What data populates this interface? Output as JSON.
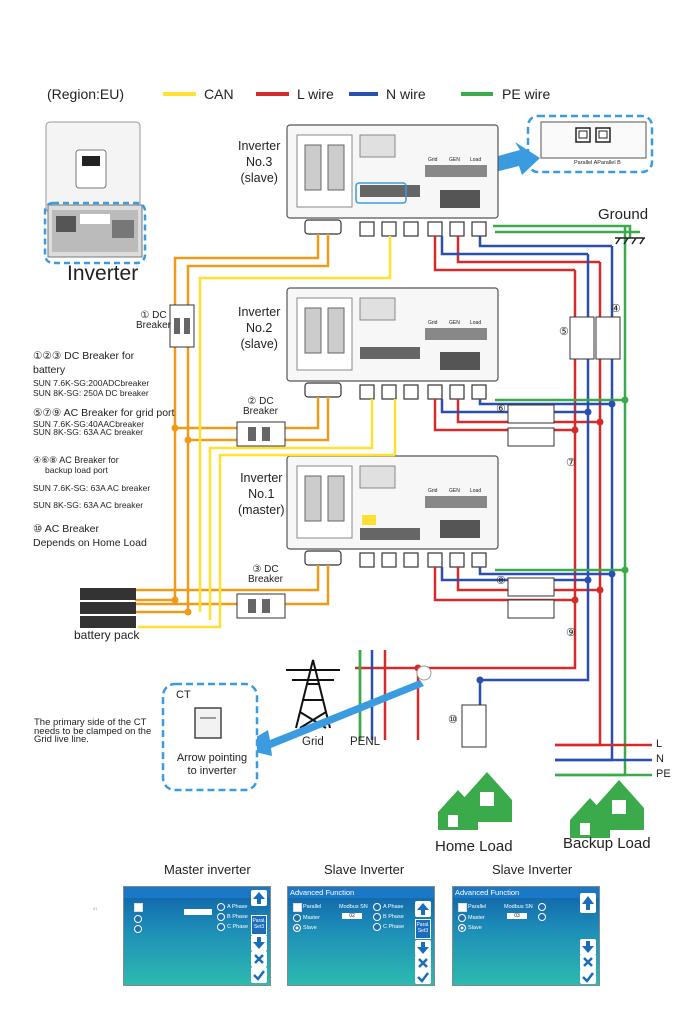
{
  "header": {
    "region": "(Region:EU)",
    "legend": [
      {
        "label": "CAN",
        "color": "#ffe033"
      },
      {
        "label": "L wire",
        "color": "#d42a2a"
      },
      {
        "label": "N wire",
        "color": "#2a4fb0"
      },
      {
        "label": "PE wire",
        "color": "#3aaa4a"
      }
    ]
  },
  "inverter_photo": {
    "label": "Inverter"
  },
  "inverters": [
    {
      "name": "Inverter",
      "line2": "No.3",
      "role": "(slave)"
    },
    {
      "name": "Inverter",
      "line2": "No.2",
      "role": "(slave)"
    },
    {
      "name": "Inverter",
      "line2": "No.1",
      "role": "(master)"
    }
  ],
  "terminal_labels": {
    "grid": "Grid",
    "gen": "GEN",
    "load": "Load"
  },
  "parallel_port": {
    "label": "Parallel AParallel B"
  },
  "ground": {
    "label": "Ground"
  },
  "dc_breakers": [
    {
      "num": "①",
      "label": "DC",
      "label2": "Breaker"
    },
    {
      "num": "②",
      "label": "DC",
      "label2": "Breaker"
    },
    {
      "num": "③",
      "label": "DC",
      "label2": "Breaker"
    }
  ],
  "breaker_numbers": {
    "n4": "④",
    "n5": "⑤",
    "n6": "⑥",
    "n7": "⑦",
    "n8": "⑧",
    "n9": "⑨",
    "n10": "⑩"
  },
  "notes": {
    "dc_title": "①②③ DC Breaker for",
    "dc_title2": "battery",
    "dc_l1": "SUN 7.6K-SG:200ADCbreaker",
    "dc_l2": "SUN 8K-SG: 250A DC breaker",
    "ac_title": "⑤⑦⑨ AC Breaker for grid port",
    "ac_l1": "SUN 7.6K-SG:40AACbreaker",
    "ac_l2": "SUN 8K-SG: 63A AC breaker",
    "load_title": "④⑥⑧ AC Breaker for",
    "load_title2": "backup load port",
    "load_l1": "SUN 7.6K-SG: 63A AC breaker",
    "load_l2": "SUN 8K-SG: 63A AC breaker",
    "home_title": "⑩ AC Breaker",
    "home_l2": "Depends on Home Load"
  },
  "battery": {
    "label": "battery pack"
  },
  "ct": {
    "label": "CT",
    "arrow_l1": "Arrow pointing",
    "arrow_l2": "to inverter",
    "note_l1": "The primary side of the CT",
    "note_l2": "needs to be clamped on the",
    "note_l3": "Grid live line."
  },
  "grid": {
    "label": "Grid",
    "penl": "PENL"
  },
  "loads": {
    "home": "Home Load",
    "backup": "Backup Load"
  },
  "outputs": {
    "l": "L",
    "n": "N",
    "pe": "PE"
  },
  "screens": [
    {
      "caption": "Master inverter",
      "title": "",
      "parallel": "",
      "modbus": "",
      "modbus_value": "",
      "master": "",
      "slave": "",
      "phase_a": "A Phase",
      "phase_b": "B Phase",
      "phase_c": "C Phase",
      "para_btn": "Paral. Set3"
    },
    {
      "caption": "Slave Inverter",
      "title": "Advanced Function",
      "parallel": "Parallel",
      "modbus": "Modbus SN",
      "modbus_value": "02",
      "master": "Master",
      "slave": "Slave",
      "phase_a": "A Phase",
      "phase_b": "B Phase",
      "phase_c": "C Phase",
      "para_btn": "Paral. Set3"
    },
    {
      "caption": "Slave Inverter",
      "title": "Advanced Function",
      "parallel": "Parallel",
      "modbus": "Modbus SN",
      "modbus_value": "03",
      "master": "Master",
      "slave": "Slave",
      "phase_a": "",
      "phase_b": "",
      "phase_c": "",
      "para_btn": ""
    }
  ],
  "stray": {
    "tiny": "01"
  }
}
